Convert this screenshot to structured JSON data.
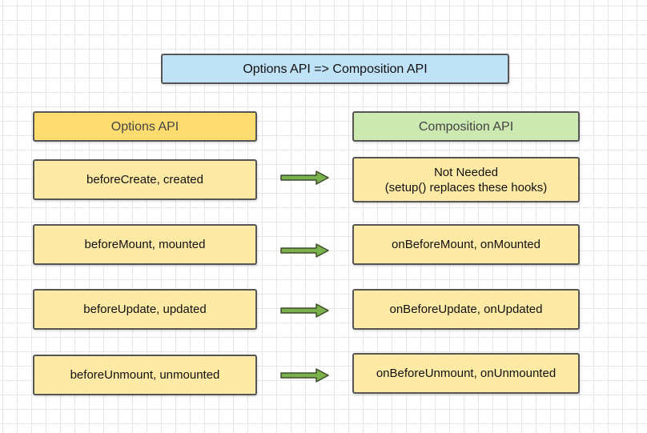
{
  "title": "Options API => Composition API",
  "headers": {
    "left": "Options API",
    "right": "Composition API"
  },
  "rows": [
    {
      "options": "beforeCreate, created",
      "composition_line1": "Not Needed",
      "composition_line2": "(setup() replaces these hooks)"
    },
    {
      "options": "beforeMount, mounted",
      "composition": "onBeforeMount, onMounted"
    },
    {
      "options": "beforeUpdate, updated",
      "composition": "onBeforeUpdate, onUpdated"
    },
    {
      "options": "beforeUnmount, unmounted",
      "composition": "onBeforeUnmount, onUnmounted"
    }
  ],
  "colors": {
    "title_fill": "#bfe2f6",
    "options_header_fill": "#fedc6f",
    "composition_header_fill": "#cce9b1",
    "cell_fill": "#feeaa5",
    "arrow_fill": "#79b24a"
  }
}
